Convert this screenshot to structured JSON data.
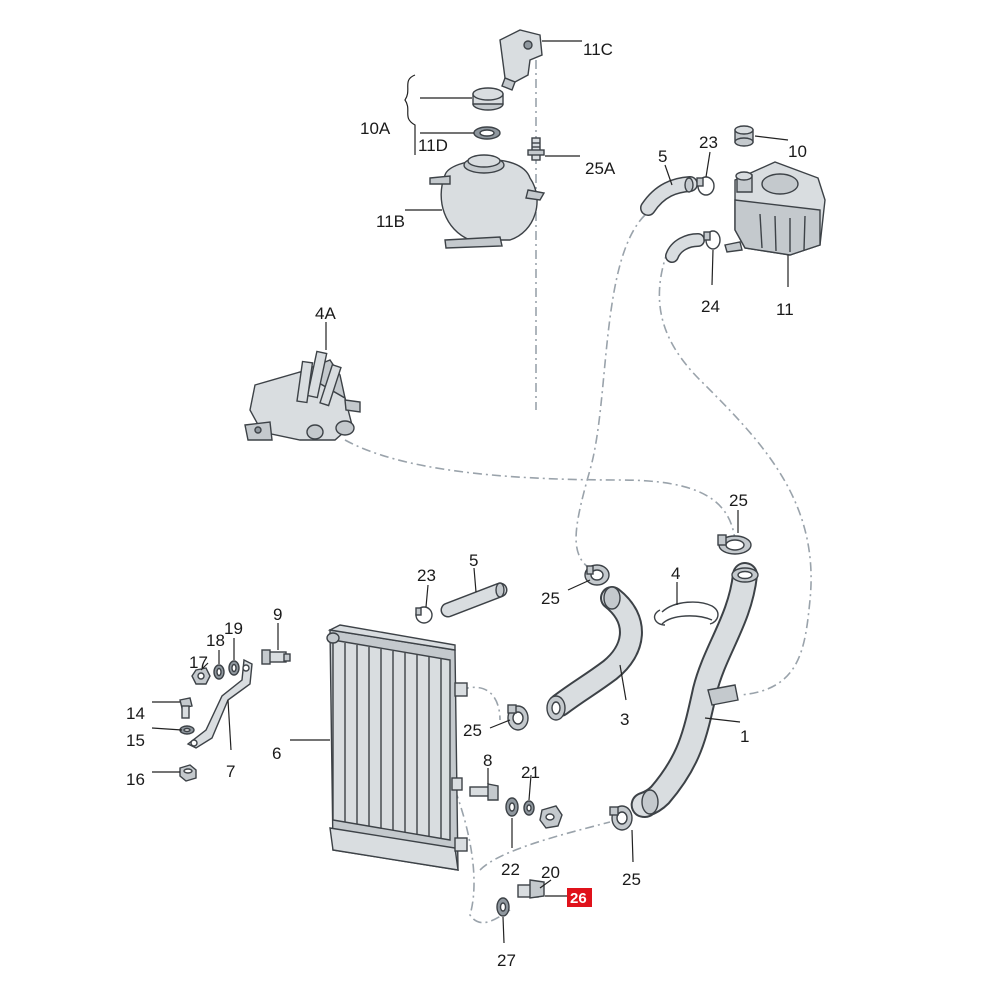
{
  "colors": {
    "background": "#ffffff",
    "line": "#222222",
    "part_fill": "#d9dde0",
    "route": "#9aa3ab",
    "highlight": "#e0121b"
  },
  "callouts": [
    {
      "id": "c-11c",
      "text": "11C"
    },
    {
      "id": "c-10a",
      "text": "10A"
    },
    {
      "id": "c-11d",
      "text": "11D"
    },
    {
      "id": "c-25a",
      "text": "25A"
    },
    {
      "id": "c-11b",
      "text": "11B"
    },
    {
      "id": "c-5-top",
      "text": "5"
    },
    {
      "id": "c-23-top",
      "text": "23"
    },
    {
      "id": "c-10",
      "text": "10"
    },
    {
      "id": "c-24",
      "text": "24"
    },
    {
      "id": "c-11",
      "text": "11"
    },
    {
      "id": "c-4a",
      "text": "4A"
    },
    {
      "id": "c-25-right",
      "text": "25"
    },
    {
      "id": "c-4",
      "text": "4"
    },
    {
      "id": "c-23-mid",
      "text": "23"
    },
    {
      "id": "c-5-mid",
      "text": "5"
    },
    {
      "id": "c-25-mid",
      "text": "25"
    },
    {
      "id": "c-9",
      "text": "9"
    },
    {
      "id": "c-18",
      "text": "18"
    },
    {
      "id": "c-19",
      "text": "19"
    },
    {
      "id": "c-17",
      "text": "17"
    },
    {
      "id": "c-14",
      "text": "14"
    },
    {
      "id": "c-15",
      "text": "15"
    },
    {
      "id": "c-16",
      "text": "16"
    },
    {
      "id": "c-7",
      "text": "7"
    },
    {
      "id": "c-6",
      "text": "6"
    },
    {
      "id": "c-25-left",
      "text": "25"
    },
    {
      "id": "c-3",
      "text": "3"
    },
    {
      "id": "c-1",
      "text": "1"
    },
    {
      "id": "c-8",
      "text": "8"
    },
    {
      "id": "c-21",
      "text": "21"
    },
    {
      "id": "c-22",
      "text": "22"
    },
    {
      "id": "c-20",
      "text": "20"
    },
    {
      "id": "c-25-bottom",
      "text": "25"
    },
    {
      "id": "c-27",
      "text": "27"
    }
  ],
  "highlight_badge": {
    "text": "26"
  }
}
